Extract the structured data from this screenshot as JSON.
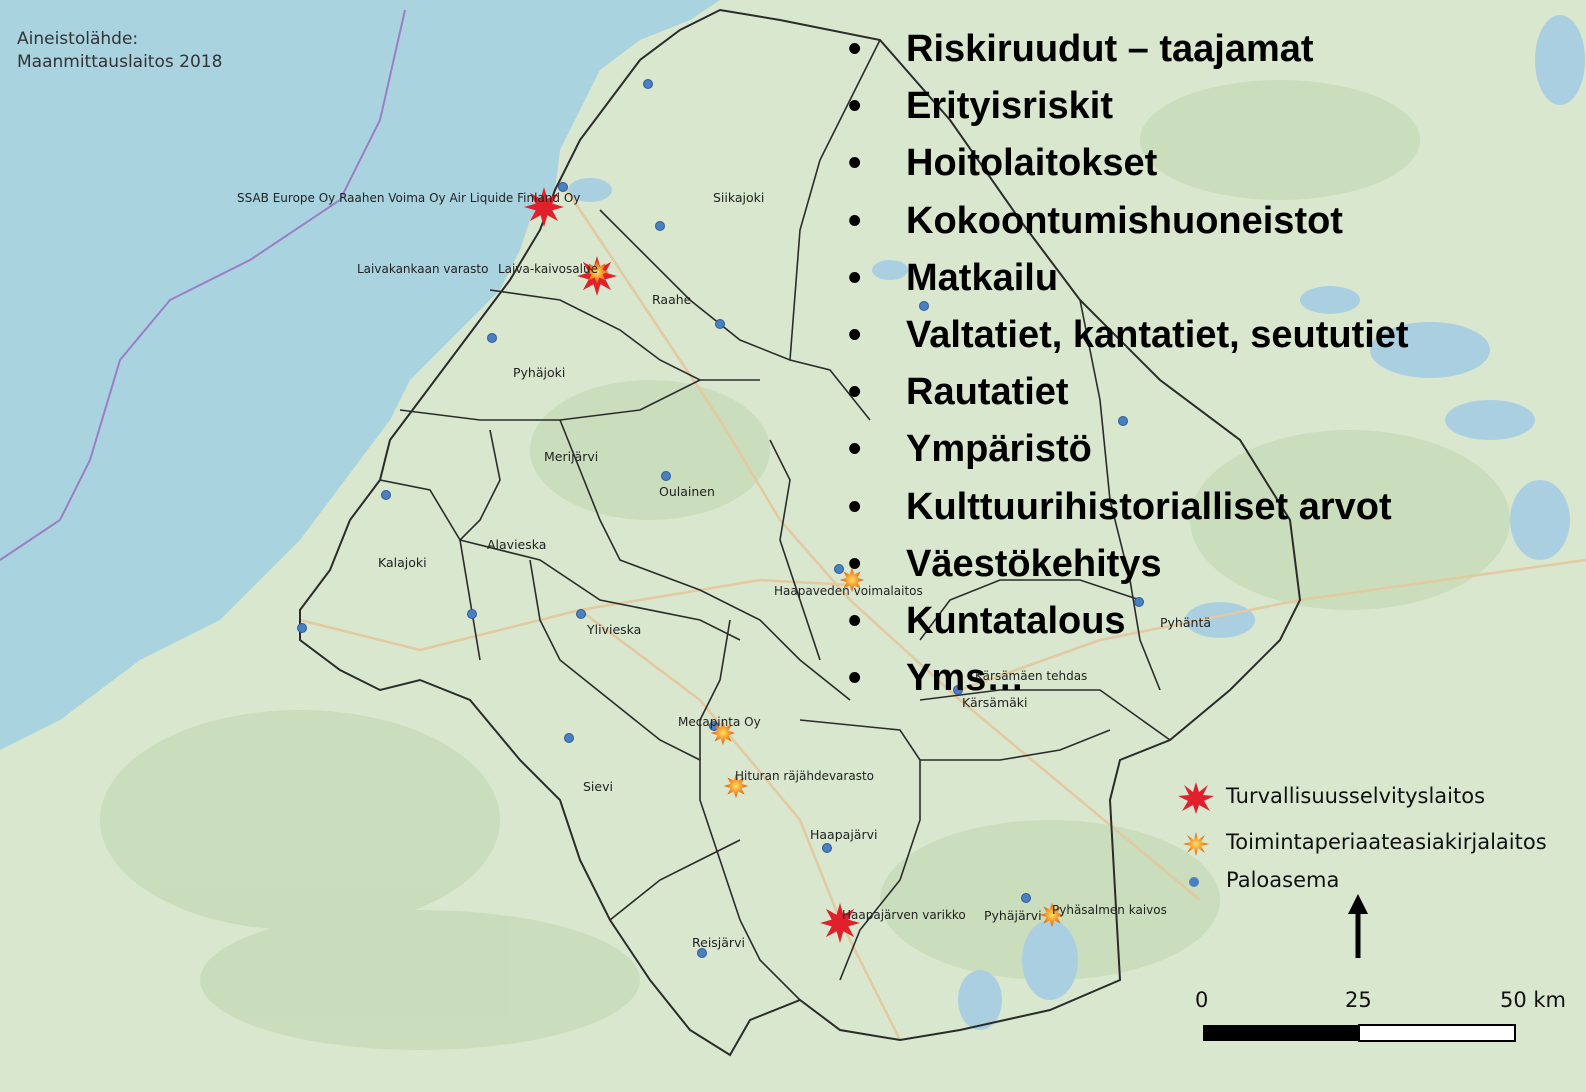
{
  "source": {
    "line1": "Aineistolähde:",
    "line2": "Maanmittauslaitos 2018"
  },
  "topics": [
    "Riskiruudut – taajamat",
    "Erityisriskit",
    "Hoitolaitokset",
    "Kokoontumishuoneistot",
    "Matkailu",
    "Valtatiet, kantatiet, seututiet",
    "Rautatiet",
    "Ympäristö",
    "Kulttuurihistorialliset arvot",
    "Väestökehitys",
    "Kuntatalous",
    "Yms…"
  ],
  "bullet_char": "•",
  "municipalities": {
    "siikajoki": "Siikajoki",
    "raahe": "Raahe",
    "pyhajoki": "Pyhäjoki",
    "merijarvi": "Merijärvi",
    "oulainen": "Oulainen",
    "alavieska": "Alavieska",
    "kalajoki": "Kalajoki",
    "ylivieska": "Ylivieska",
    "sievi": "Sievi",
    "haapajarvi": "Haapajärvi",
    "reisjarvi": "Reisjärvi",
    "pyhajarvi": "Pyhäjärvi",
    "pyhanta": "Pyhäntä",
    "karsamaki": "Kärsämäki"
  },
  "facilities": {
    "ssab": "SSAB Europe Oy Raahen Voima Oy Air Liquide Finland Oy",
    "laivakankaan_varasto": "Laivakankaan varasto",
    "laiva_kaivos": "Laiva-kaivosalue",
    "haapaveden_voimalaitos": "Haapaveden voimalaitos",
    "karsamaen_tehdas": "Kärsämäen tehdas",
    "mecapinta": "Mecapinta Oy",
    "hituran": "Hituran räjähdevarasto",
    "haapajarven_varikko": "Haapajärven varikko",
    "pyhasalmen_kaivos": "Pyhäsalmen kaivos"
  },
  "legend": {
    "turvallisuus": "Turvallisuusselvityslaitos",
    "toimintaperiaate": "Toimintaperiaateasiakirjalaitos",
    "paloasema": "Paloasema"
  },
  "scale": {
    "zero": "0",
    "mid": "25",
    "end": "50 km"
  },
  "colors": {
    "sea": "#a9d3df",
    "land": "#d9e7cf",
    "forest": "#c8dcba",
    "lake": "#aacfe0",
    "border": "#2b2b2b",
    "station": "#4a7fc1",
    "star_big": "#e0202a",
    "star_small": "#f2b23a"
  }
}
